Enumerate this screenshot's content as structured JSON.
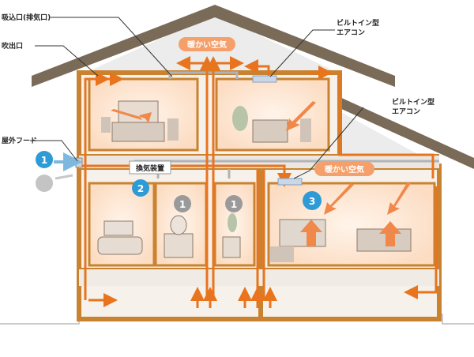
{
  "labels": {
    "intake_label": "吸込口(排気口)",
    "outlet_label": "吹出口",
    "outdoor_hood_label": "屋外フード",
    "builtin_ac_upper": [
      "ビルトイン型",
      "エアコン"
    ],
    "builtin_ac_lower": [
      "ビルトイン型",
      "エアコン"
    ],
    "ventilation_unit_label": "換気装置",
    "warm_air_upper": "暖かい空気",
    "warm_air_lower": "暖かい空気"
  },
  "badges": {
    "outdoor_in": "1",
    "ventilation_unit": "2",
    "bath_room": "1",
    "toilet_room": "1",
    "living_room": "3"
  },
  "colors": {
    "airflow": "#e8741e",
    "warm_zone": "#fde4cf",
    "wall_frame": "#c9822f",
    "roof": "#7a6a58",
    "duct": "#b0b4b8",
    "badge_blue": "#2e9bd6",
    "badge_gray": "#9a9a9a",
    "label_bg": "#f5a06a"
  }
}
